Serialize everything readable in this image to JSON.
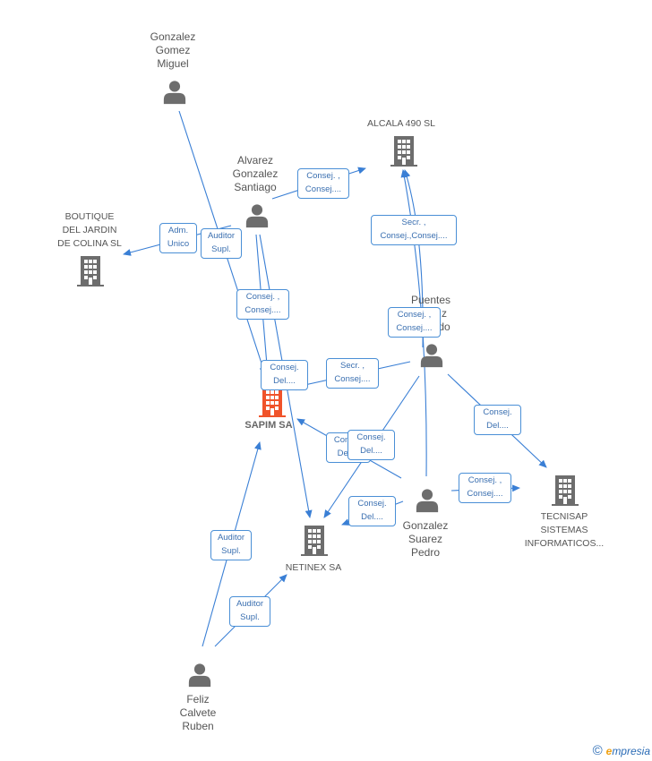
{
  "nodes": {
    "gonzalez_gomez": {
      "label_lines": [
        "Gonzalez",
        "Gomez",
        "Miguel"
      ],
      "kind": "person"
    },
    "alvarez": {
      "label_lines": [
        "Alvarez",
        "Gonzalez",
        "Santiago"
      ],
      "kind": "person"
    },
    "puentes": {
      "label_lines": [
        "Puentes",
        "z",
        "do"
      ],
      "kind": "person"
    },
    "gonzalez_suarez": {
      "label_lines": [
        "Gonzalez",
        "Suarez",
        "Pedro"
      ],
      "kind": "person"
    },
    "feliz": {
      "label_lines": [
        "Feliz",
        "Calvete",
        "Ruben"
      ],
      "kind": "person"
    },
    "alcala": {
      "label_lines": [
        "ALCALA 490 SL"
      ],
      "kind": "company"
    },
    "boutique": {
      "label_lines": [
        "BOUTIQUE",
        "DEL JARDIN",
        "DE COLINA SL"
      ],
      "kind": "company"
    },
    "sapim": {
      "label_lines": [
        "SAPIM SA"
      ],
      "kind": "company-main"
    },
    "netinex": {
      "label_lines": [
        "NETINEX SA"
      ],
      "kind": "company"
    },
    "tecnisap": {
      "label_lines": [
        "TECNISAP",
        "SISTEMAS",
        "INFORMATICOS..."
      ],
      "kind": "company"
    }
  },
  "relations": [
    {
      "id": "r1",
      "lines": [
        "Consej. ,",
        "Consej...."
      ]
    },
    {
      "id": "r2",
      "lines": [
        "Adm.",
        "Unico"
      ]
    },
    {
      "id": "r3",
      "lines": [
        "Auditor",
        "Supl."
      ]
    },
    {
      "id": "r4",
      "lines": [
        "Secr. ,",
        "Consej.,Consej...."
      ]
    },
    {
      "id": "r5",
      "lines": [
        "Consej. ,",
        "Consej...."
      ]
    },
    {
      "id": "r6",
      "lines": [
        "Consej. ,",
        "Consej...."
      ]
    },
    {
      "id": "r7",
      "lines": [
        "Consej.",
        "Del...."
      ]
    },
    {
      "id": "r8",
      "lines": [
        "Secr. ,",
        "Consej...."
      ]
    },
    {
      "id": "r9",
      "lines": [
        "Consej.",
        "Del...."
      ]
    },
    {
      "id": "r10",
      "lines": [
        "Consej.",
        "Del...."
      ]
    },
    {
      "id": "r11",
      "lines": [
        "Consej.",
        "Del...."
      ]
    },
    {
      "id": "r12",
      "lines": [
        "Consej. ,",
        "Consej...."
      ]
    },
    {
      "id": "r13",
      "lines": [
        "Consej.",
        "Del...."
      ]
    },
    {
      "id": "r14",
      "lines": [
        "Auditor",
        "Supl."
      ]
    },
    {
      "id": "r15",
      "lines": [
        "Auditor",
        "Supl."
      ]
    }
  ],
  "colors": {
    "edge": "#3a7fd5",
    "node_icon": "#6d6d6d",
    "main_company_icon": "#f0532a",
    "box_border": "#4a8fd6",
    "box_text": "#3a6fb0"
  },
  "footer": {
    "copyright": "©",
    "brand_initial": "e",
    "brand_rest": "mpresia"
  }
}
